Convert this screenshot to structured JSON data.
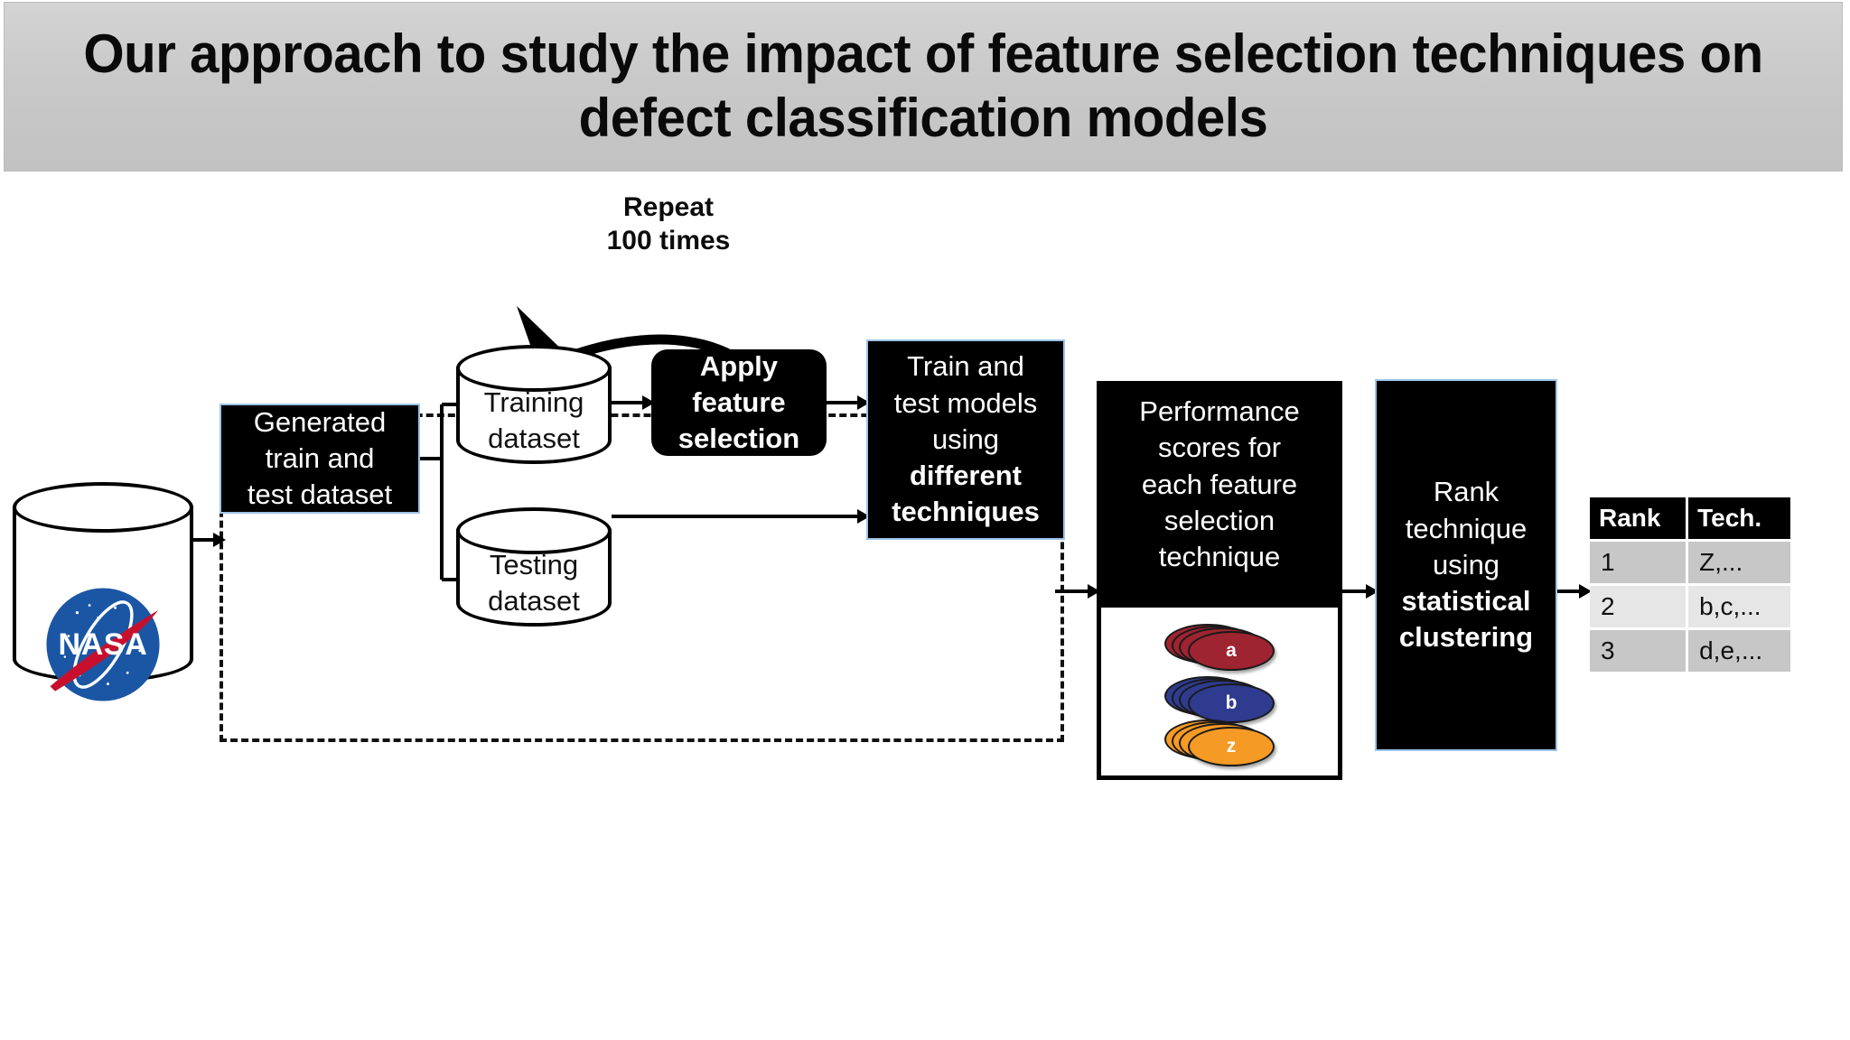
{
  "title": "Our approach to study the impact of feature selection techniques on defect classification models",
  "loop": {
    "repeat_label_line1": "Repeat",
    "repeat_label_line2": "100 times",
    "repeat_label": "Repeat 100 times"
  },
  "nodes": {
    "source_db": {
      "name": "NASA dataset repository",
      "logo_text": "NASA"
    },
    "generated": {
      "line1": "Generated",
      "line2": "train and",
      "line3": "test dataset"
    },
    "training": {
      "line1": "Training",
      "line2": "dataset"
    },
    "testing": {
      "line1": "Testing",
      "line2": "dataset"
    },
    "apply": {
      "line1": "Apply",
      "line2": "feature",
      "line3": "selection"
    },
    "train_test": {
      "regular1": "Train and",
      "regular2": "test models",
      "regular3": "using",
      "bold1": "different",
      "bold2": "techniques"
    },
    "performance": {
      "line1": "Performance",
      "line2": "scores for",
      "line3": "each feature",
      "line4": "selection",
      "line5": "technique"
    },
    "rank": {
      "regular1": "Rank",
      "regular2": "technique",
      "regular3": "using",
      "bold1": "statistical",
      "bold2": "clustering"
    }
  },
  "score_stacks": [
    {
      "label": "a",
      "color": "#9d2430"
    },
    {
      "label": "b",
      "color": "#2e3b8f"
    },
    {
      "label": "z",
      "color": "#f59a25"
    }
  ],
  "result_table": {
    "headers": [
      "Rank",
      "Tech."
    ],
    "rows": [
      {
        "rank": "1",
        "tech": "Z,..."
      },
      {
        "rank": "2",
        "tech": "b,c,..."
      },
      {
        "rank": "3",
        "tech": "d,e,..."
      }
    ]
  },
  "colors": {
    "banner_top": "#d4d4d4",
    "banner_bottom": "#c2c2c2",
    "dark_box": "#000000",
    "box_border": "#9dc3e6",
    "row_odd": "#c7c7c7",
    "row_even": "#e6e6e6",
    "nasa_blue": "#1b56a4",
    "nasa_red": "#c8102e"
  }
}
